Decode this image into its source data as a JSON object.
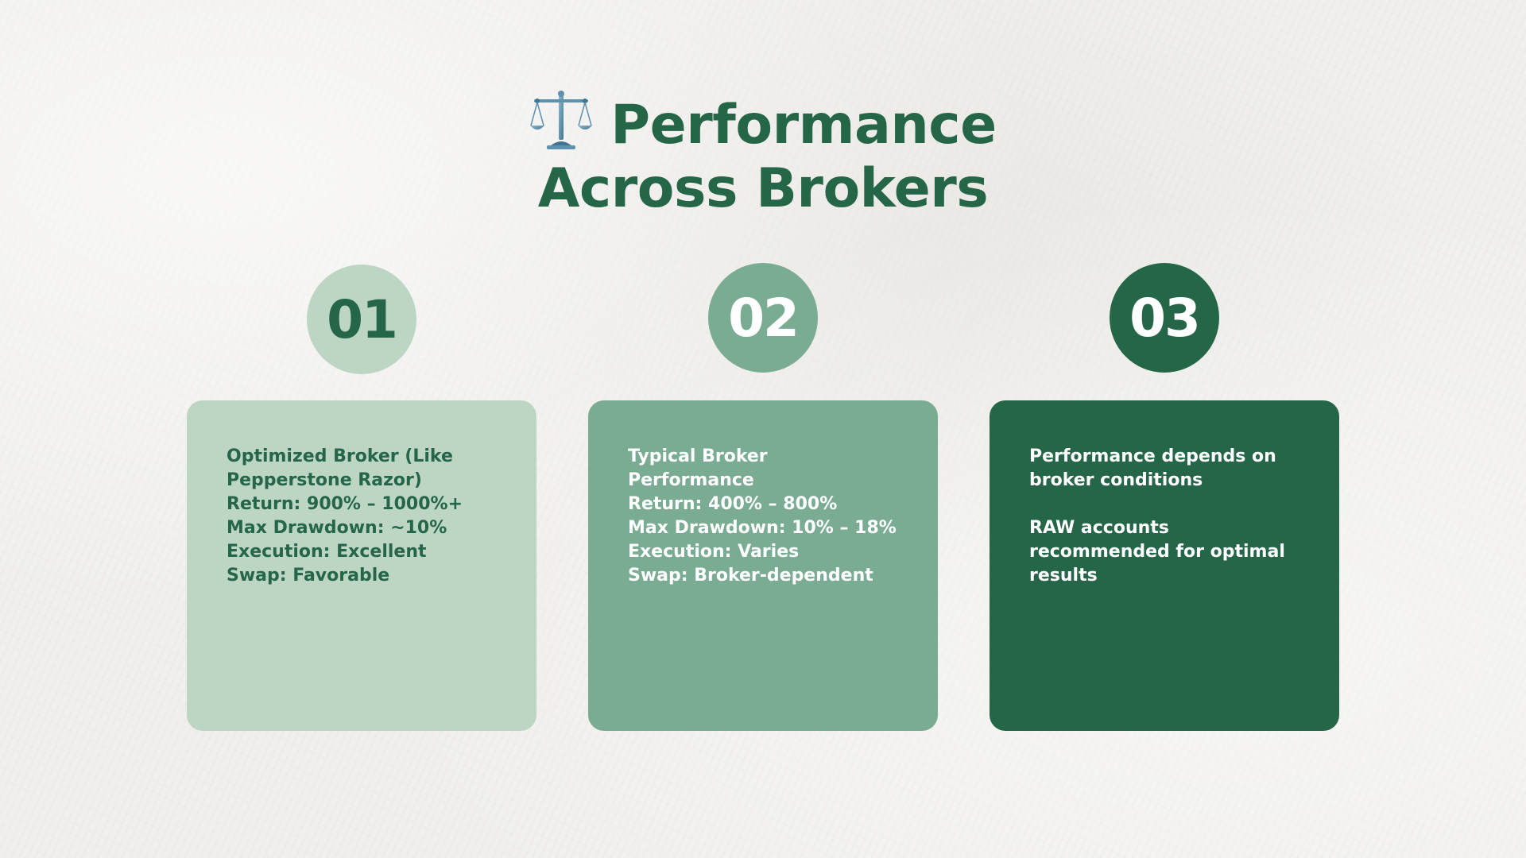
{
  "slide": {
    "title_line1": "Performance",
    "title_line2": "Across Brokers",
    "title_icon": "balance-scale-icon",
    "colors": {
      "dark_green": "#256648",
      "mid_green": "#7aab93",
      "light_green": "#bdd6c4",
      "background": "#f0efec"
    }
  },
  "cards": [
    {
      "number": "01",
      "lines": [
        "Optimized Broker (Like",
        "Pepperstone Razor)",
        "Return: 900% – 1000%+",
        "Max Drawdown: ~10%",
        "Execution: Excellent",
        "Swap: Favorable"
      ]
    },
    {
      "number": "02",
      "lines": [
        "Typical Broker",
        "Performance",
        "Return: 400% – 800%",
        "Max Drawdown: 10% – 18%",
        "Execution: Varies",
        "Swap: Broker-dependent"
      ]
    },
    {
      "number": "03",
      "lines": [
        "Performance depends on",
        "broker conditions",
        "RAW accounts",
        "recommended for optimal",
        "results"
      ]
    }
  ]
}
